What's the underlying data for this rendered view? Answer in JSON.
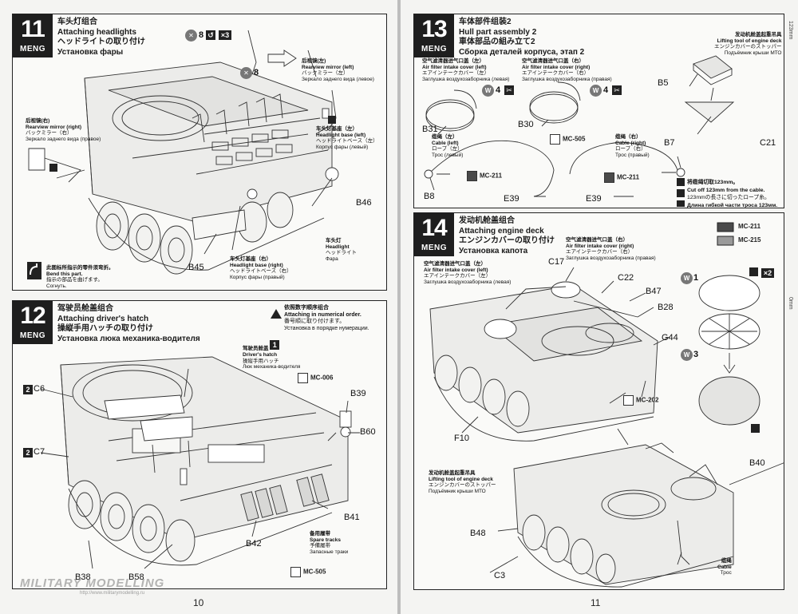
{
  "brand": "MENG",
  "pages": {
    "left_number": "10",
    "right_number": "11"
  },
  "ruler": {
    "top": "123mm",
    "bottom": "0mm"
  },
  "watermark": {
    "main": "MILITARY MODELLING",
    "url": "http://www.militarymodelling.ru"
  },
  "paint_codes": {
    "mc006": "MC-006",
    "mc505": "MC-505",
    "mc211": "MC-211",
    "mc202": "MC-202",
    "mc215": "MC-215"
  },
  "steps": {
    "s11": {
      "number": "11",
      "title_cn": "车头灯组合",
      "title_en": "Attaching headlights",
      "title_jp": "ヘッドライトの取り付け",
      "title_ru": "Установка фары",
      "qty1": "8",
      "qty2": "3",
      "qty3": "8",
      "mirror_left": {
        "cn": "后视镜(左)",
        "en": "Rearview mirror (left)",
        "jp": "バックミラー（左）",
        "ru": "Зеркало заднего вида (левое)"
      },
      "mirror_right": {
        "cn": "后视镜(右)",
        "en": "Rearview mirror (right)",
        "jp": "バックミラー（右）",
        "ru": "Зеркало заднего вида (правое)"
      },
      "base_left": {
        "cn": "车头灯基座（左）",
        "en": "Headlight base (left)",
        "jp": "ヘッドライトベース（左）",
        "ru": "Корпус фары (левый)"
      },
      "base_right": {
        "cn": "车头灯基座（右）",
        "en": "Headlight base (right)",
        "jp": "ヘッドライトベース（右）",
        "ru": "Корпус фары (правый)"
      },
      "headlight": {
        "cn": "车头灯",
        "en": "Headlight",
        "jp": "ヘッドライト",
        "ru": "Фара"
      },
      "bend": {
        "cn": "此图标所指示的零件须弯折。",
        "en": "Bend this part.",
        "jp": "指示の部品を曲げます。",
        "ru": "Согнуть."
      },
      "parts": {
        "b46": "B46",
        "b45": "B45"
      }
    },
    "s12": {
      "number": "12",
      "title_cn": "驾驶员舱盖组合",
      "title_en": "Attaching driver's hatch",
      "title_jp": "操縦手用ハッチの取り付け",
      "title_ru": "Установка люка механика-водителя",
      "order": {
        "cn": "依照数字顺序组合",
        "en": "Attaching in numerical order.",
        "jp": "番号順に取り付けます。",
        "ru": "Установка в порядке нумерации."
      },
      "hatch": {
        "num": "1",
        "cn": "驾驶员舱盖",
        "en": "Driver's hatch",
        "jp": "操縦手用ハッチ",
        "ru": "Люк механика-водителя"
      },
      "spare": {
        "cn": "备用履带",
        "en": "Spare tracks",
        "jp": "予備履帯",
        "ru": "Запасные траки"
      },
      "parts": {
        "c6": "C6",
        "c6_box": "2",
        "c7": "C7",
        "c7_box": "2",
        "b39": "B39",
        "b60": "B60",
        "b41": "B41",
        "b42": "B42",
        "b38": "B38",
        "b58": "B58"
      }
    },
    "s13": {
      "number": "13",
      "title_cn": "车体部件组装2",
      "title_en": "Hull part assembly 2",
      "title_jp": "車体部品の組み立て2",
      "title_ru": "Сборка деталей корпуса, этап 2",
      "lifting": {
        "cn": "发动机舱盖起重吊具",
        "en": "Lifting tool of engine deck",
        "jp": "エンジンカバーのストッパー",
        "ru": "Подъёмник крыши МТО"
      },
      "cover_left": {
        "cn": "空气滤清器进气口盖（左）",
        "en": "Air filter intake cover (left)",
        "jp": "エアインテークカバー（左）",
        "ru": "Заглушка воздухозаборника (левая)"
      },
      "cover_right": {
        "cn": "空气滤清器进气口盖（右）",
        "en": "Air filter intake cover (right)",
        "jp": "エアインテークカバー（右）",
        "ru": "Заглушка воздухозаборника (правая)"
      },
      "cable_left": {
        "cn": "缆绳（左）",
        "en": "Cable (left)",
        "jp": "ロープ（左）",
        "ru": "Трос (левый)"
      },
      "cable_right": {
        "cn": "缆绳（右）",
        "en": "Cable (right)",
        "jp": "ロープ（右）",
        "ru": "Трос (правый)"
      },
      "cut": {
        "cn": "将缆绳切取123mm。",
        "en": "Cut off 123mm from the cable.",
        "jp": "123mmの長さに切ったロープ糸。",
        "ru": "Длина гибкой части троса 123мм."
      },
      "w4a": "W",
      "w4a_num": "4",
      "w4b": "W",
      "w4b_num": "4",
      "parts": {
        "b5": "B5",
        "c21": "C21",
        "b31": "B31",
        "b30": "B30",
        "b7": "B7",
        "b8": "B8",
        "e39a": "E39",
        "e39b": "E39"
      }
    },
    "s14": {
      "number": "14",
      "title_cn": "发动机舱盖组合",
      "title_en": "Attaching engine deck",
      "title_jp": "エンジンカバーの取り付け",
      "title_ru": "Установка капота",
      "cover_left": {
        "cn": "空气滤清器进气口盖（左）",
        "en": "Air filter intake cover (left)",
        "jp": "エアインテークカバー（左）",
        "ru": "Заглушка воздухозаборника (левая)"
      },
      "cover_right": {
        "cn": "空气滤清器进气口盖（右）",
        "en": "Air filter intake cover (right)",
        "jp": "エアインテークカバー（右）",
        "ru": "Заглушка воздухозаборника (правая)"
      },
      "lifting": {
        "cn": "发动机舱盖起重吊具",
        "en": "Lifting tool of engine deck",
        "jp": "エンジンカバーのストッパー",
        "ru": "Подъёмник крыши МТО"
      },
      "cable": {
        "cn": "缆绳",
        "en": "Cable",
        "ru": "Трос"
      },
      "x2": "2",
      "w1": "W",
      "w1_num": "1",
      "w3": "W",
      "w3_num": "3",
      "parts": {
        "c17": "C17",
        "c22": "C22",
        "b47": "B47",
        "b28": "B28",
        "g44": "G44",
        "f10": "F10",
        "b40": "B40",
        "b48": "B48",
        "c3": "C3"
      }
    }
  },
  "colors": {
    "badge": "#1e1e1e",
    "swatch_dark": "#4a4a4a",
    "swatch_light": "#9a9a9a",
    "circle": "#777777"
  }
}
